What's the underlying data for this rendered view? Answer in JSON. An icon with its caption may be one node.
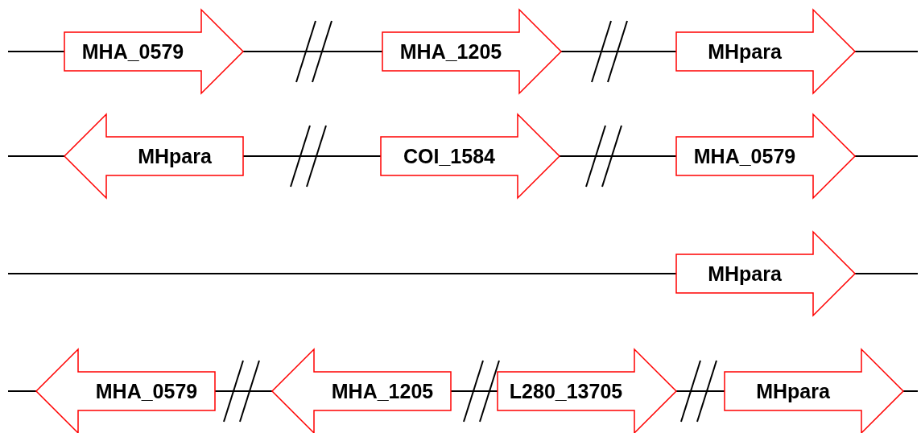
{
  "diagram": {
    "nodes": [
      {
        "text": [
          "MHA_0579"
        ]
      },
      {
        "text": [
          "MHA_1205"
        ]
      },
      {
        "text": [
          "MHpara"
        ]
      },
      {
        "text": [
          "MHpara"
        ]
      },
      {
        "text": [
          "COI_1584"
        ]
      },
      {
        "text": [
          "MHA_0579"
        ]
      },
      {
        "text": [
          "MHpara"
        ]
      },
      {
        "text": [
          "MHA_0579"
        ]
      },
      {
        "text": [
          "MHA_1205"
        ]
      },
      {
        "text": [
          "L280_13705"
        ]
      },
      {
        "text": [
          "MHpara"
        ]
      }
    ],
    "edges": [
      {
        "from": null,
        "to": 0,
        "arrow": "none"
      },
      {
        "from": 0,
        "to": 1,
        "arrow": "none"
      },
      {
        "from": 1,
        "to": 2,
        "arrow": "none"
      },
      {
        "from": 2,
        "to": null,
        "arrow": "none"
      },
      {
        "from": null,
        "to": 3,
        "arrow": "none"
      },
      {
        "from": 3,
        "to": 4,
        "arrow": "none"
      },
      {
        "from": 4,
        "to": 5,
        "arrow": "none"
      },
      {
        "from": 5,
        "to": null,
        "arrow": "none"
      },
      {
        "from": null,
        "to": 6,
        "arrow": "none"
      },
      {
        "from": 6,
        "to": null,
        "arrow": "none"
      },
      {
        "from": null,
        "to": 7,
        "arrow": "none"
      },
      {
        "from": 7,
        "to": 8,
        "arrow": "none"
      },
      {
        "from": 8,
        "to": 9,
        "arrow": "none"
      },
      {
        "from": 9,
        "to": 10,
        "arrow": "none"
      },
      {
        "from": 10,
        "to": null,
        "arrow": "none"
      }
    ]
  }
}
